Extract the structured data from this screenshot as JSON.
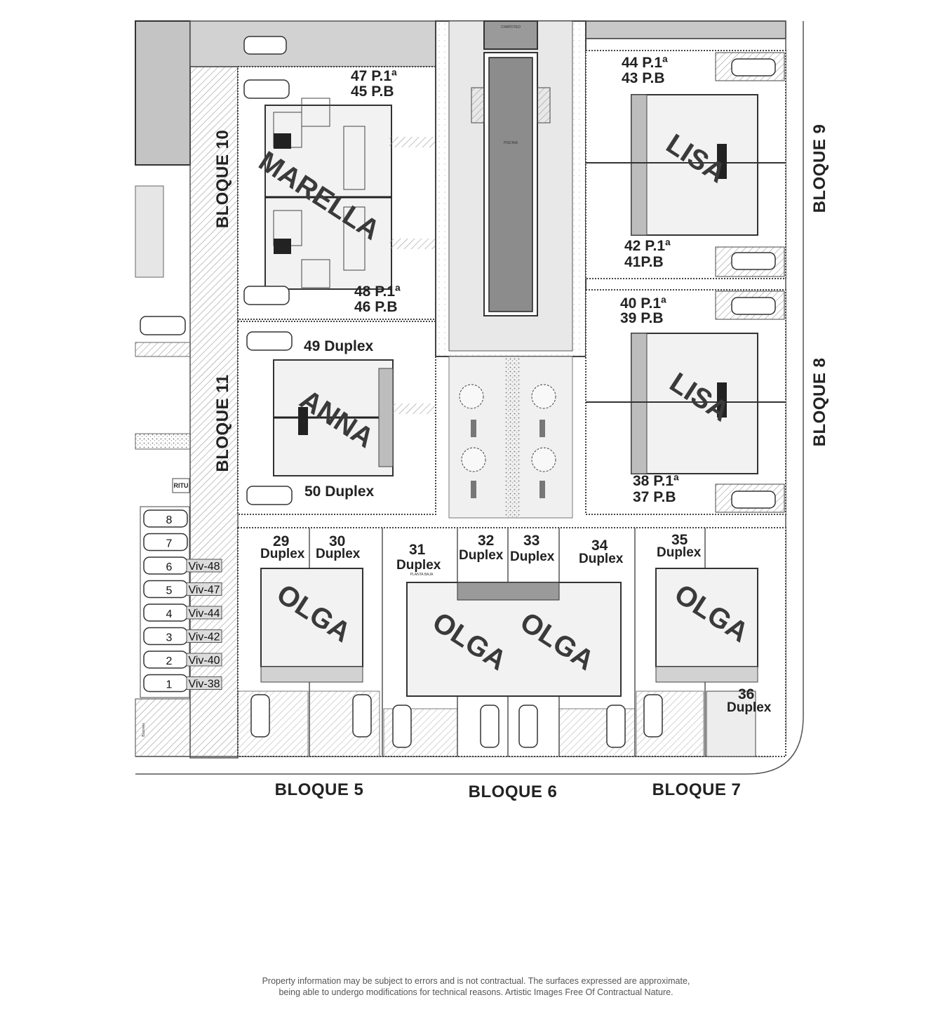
{
  "blocks": {
    "b5": "BLOQUE 5",
    "b6": "BLOQUE 6",
    "b7": "BLOQUE 7",
    "b8": "BLOQUE 8",
    "b9": "BLOQUE 9",
    "b10": "BLOQUE 10",
    "b11": "BLOQUE 11"
  },
  "house_types": {
    "marella": "MARELLA",
    "anna": "ANNA",
    "lisa_top": "LISA",
    "lisa_bottom": "LISA",
    "olga_1": "OLGA",
    "olga_2": "OLGA",
    "olga_3": "OLGA",
    "olga_4": "OLGA"
  },
  "units": {
    "u47": "47 P.1ª",
    "u45": "45 P.B",
    "u48": "48 P.1ª",
    "u46": "46 P.B",
    "u49": "49 Duplex",
    "u50": "50 Duplex",
    "u44": "44 P.1ª",
    "u43": "43 P.B",
    "u42": "42 P.1ª",
    "u41": "41P.B",
    "u40": "40 P.1ª",
    "u39": "39 P.B",
    "u38": "38 P.1ª",
    "u37": "37 P.B",
    "u29n": "29",
    "u29t": "Duplex",
    "u30n": "30",
    "u30t": "Duplex",
    "u31n": "31",
    "u31t": "Duplex",
    "u32n": "32",
    "u32t": "Duplex",
    "u33n": "33",
    "u33t": "Duplex",
    "u34n": "34",
    "u34t": "Duplex",
    "u35n": "35",
    "u35t": "Duplex",
    "u36n": "36",
    "u36t": "Duplex"
  },
  "parking": [
    {
      "num": "8",
      "label": ""
    },
    {
      "num": "7",
      "label": ""
    },
    {
      "num": "6",
      "label": "Viv-48"
    },
    {
      "num": "5",
      "label": "Viv-47"
    },
    {
      "num": "4",
      "label": "Viv-44"
    },
    {
      "num": "3",
      "label": "Viv-42"
    },
    {
      "num": "2",
      "label": "Viv-40"
    },
    {
      "num": "1",
      "label": "Viv-38"
    }
  ],
  "small_labels": {
    "chapoteo": "CHAPOTEO",
    "piscina": "PISCINA",
    "ritu": "RITU",
    "planta_baja": "PLANTA BAJA",
    "buzones": "Buzones"
  },
  "colors": {
    "ink": "#222222",
    "hatch": "#9a9a9a",
    "pool": "#8c8c8c",
    "building": "#b4b4b4",
    "walk": "#dcdcdc"
  },
  "disclaimer": {
    "line1": "Property information may be subject to errors and is not contractual. The surfaces expressed are approximate,",
    "line2": "being able to undergo modifications for technical reasons. Artistic Images Free Of Contractual Nature."
  }
}
